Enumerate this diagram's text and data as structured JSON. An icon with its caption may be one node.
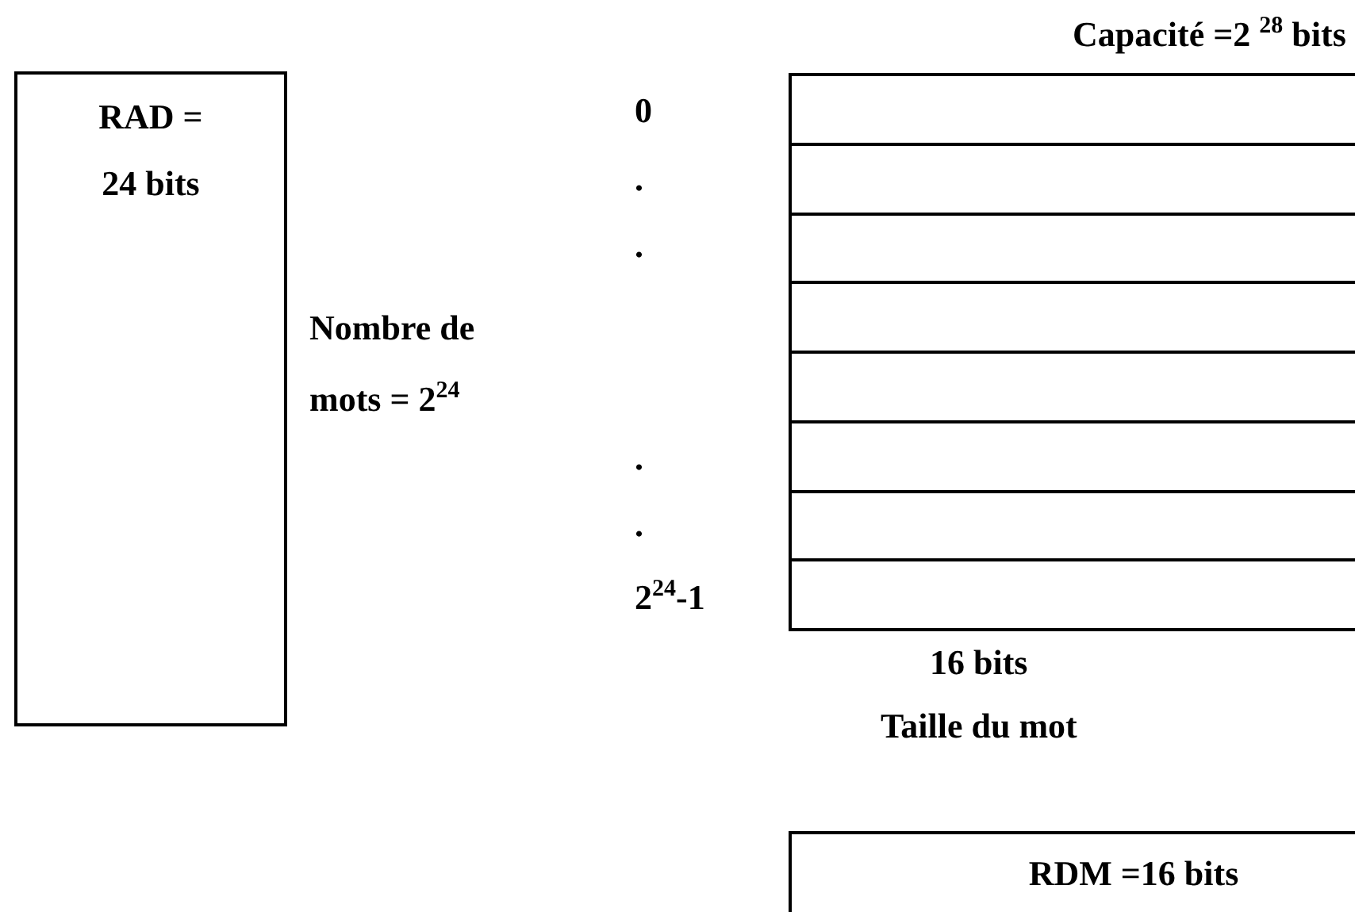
{
  "diagram": {
    "nodes": [
      {
        "text": [
          "RAD = 24 bits"
        ]
      },
      {
        "text": [],
        "shape": "box"
      },
      {
        "text": [],
        "shape": "box",
        "in": 1
      },
      {
        "text": [],
        "shape": "box",
        "in": 1
      },
      {
        "text": [],
        "shape": "box",
        "in": 1
      },
      {
        "text": [],
        "shape": "box",
        "in": 1
      },
      {
        "text": [],
        "shape": "box",
        "in": 1
      },
      {
        "text": [],
        "shape": "box",
        "in": 1
      },
      {
        "text": [],
        "shape": "box",
        "in": 1
      },
      {
        "text": [],
        "shape": "box",
        "in": 1
      },
      {
        "text": [
          "RDM =16 bits"
        ]
      }
    ],
    "labels": [
      "Capacité =2 $^{28}$ bits",
      "0",
      ".",
      ".",
      "Nombre de mots = 2$^{24}$",
      ".",
      ".",
      "2$^{24}$-1",
      "16 bits",
      "Taille du mot"
    ]
  }
}
